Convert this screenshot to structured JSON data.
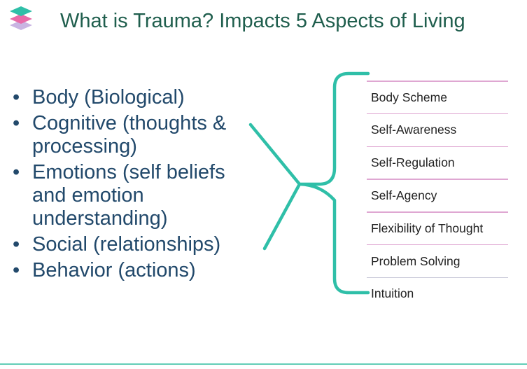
{
  "title": "What is Trauma? Impacts 5 Aspects of Living",
  "bullet_glyph": "•",
  "bullets": [
    "Body (Biological)",
    "Cognitive (thoughts & processing)",
    "Emotions (self beliefs and emotion understanding)",
    "Social (relationships)",
    "Behavior (actions)"
  ],
  "skills": [
    "Body Scheme",
    "Self-Awareness",
    "Self-Regulation",
    "Self-Agency",
    "Flexibility of Thought",
    "Problem Solving",
    "Intuition"
  ],
  "colors": {
    "title": "#1f5e4d",
    "bullet_text": "#22496b",
    "bracket": "#2fbfa8",
    "skill_divider": "#dfa7d2",
    "logo_top": "#2fbfa8",
    "logo_middle": "#e86aa8",
    "logo_bottom": "#c9b4e2"
  },
  "icons": [
    "layers-logo-icon",
    "curly-brace-icon"
  ]
}
